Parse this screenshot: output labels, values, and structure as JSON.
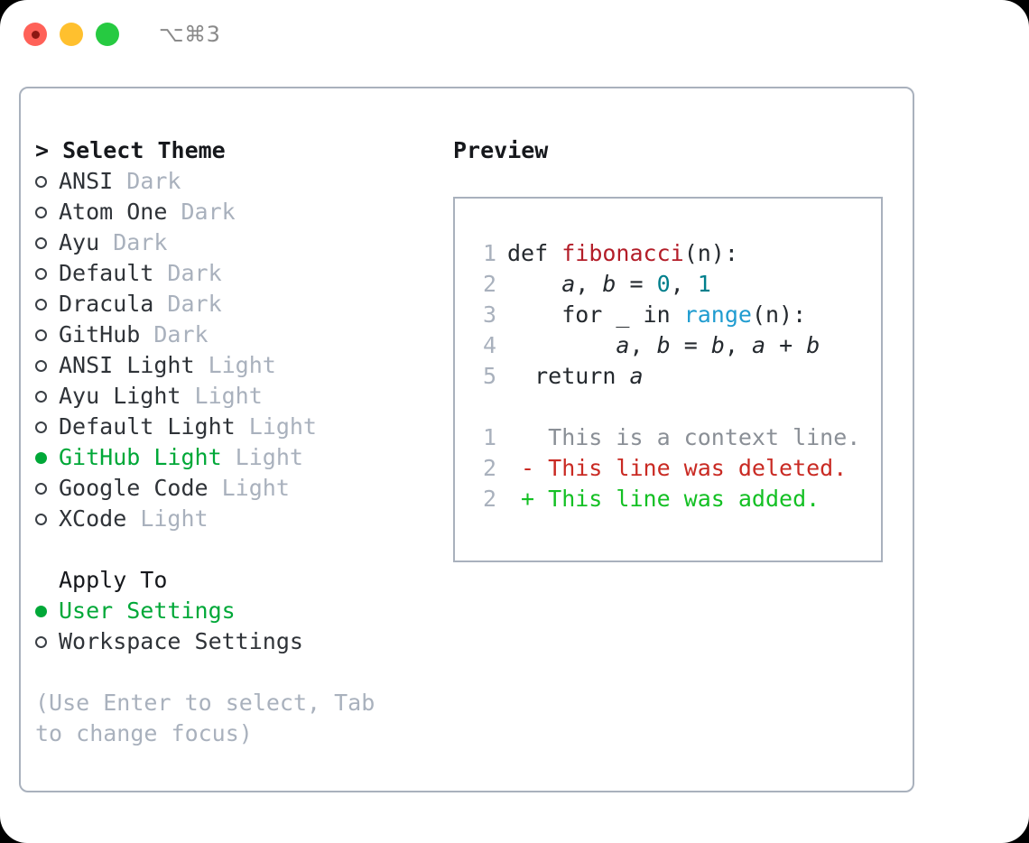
{
  "window": {
    "shortcut": "⌥⌘3",
    "traffic_lights": [
      {
        "name": "close-button",
        "color": "#ff6158"
      },
      {
        "name": "minimize-button",
        "color": "#ffc02e"
      },
      {
        "name": "zoom-button",
        "color": "#26ca41"
      }
    ]
  },
  "theme_picker": {
    "heading": "> Select Theme",
    "items": [
      {
        "marker": "○",
        "label": "ANSI",
        "suffix": "Dark",
        "selected": false
      },
      {
        "marker": "○",
        "label": "Atom One",
        "suffix": "Dark",
        "selected": false
      },
      {
        "marker": "○",
        "label": "Ayu",
        "suffix": "Dark",
        "selected": false
      },
      {
        "marker": "○",
        "label": "Default",
        "suffix": "Dark",
        "selected": false
      },
      {
        "marker": "○",
        "label": "Dracula",
        "suffix": "Dark",
        "selected": false
      },
      {
        "marker": "○",
        "label": "GitHub",
        "suffix": "Dark",
        "selected": false
      },
      {
        "marker": "○",
        "label": "ANSI Light",
        "suffix": "Light",
        "selected": false
      },
      {
        "marker": "○",
        "label": "Ayu Light",
        "suffix": "Light",
        "selected": false
      },
      {
        "marker": "○",
        "label": "Default Light",
        "suffix": "Light",
        "selected": false
      },
      {
        "marker": "●",
        "label": "GitHub Light",
        "suffix": "Light",
        "selected": true
      },
      {
        "marker": "○",
        "label": "Google Code",
        "suffix": "Light",
        "selected": false
      },
      {
        "marker": "○",
        "label": "XCode",
        "suffix": "Light",
        "selected": false
      }
    ]
  },
  "apply_to": {
    "heading": "Apply To",
    "options": [
      {
        "marker": "●",
        "label": "User Settings",
        "selected": true
      },
      {
        "marker": "○",
        "label": "Workspace Settings",
        "selected": false
      }
    ]
  },
  "hint": "(Use Enter to select, Tab to change focus)",
  "preview": {
    "title": "Preview",
    "code_lines": [
      {
        "num": "1",
        "tokens": [
          {
            "t": "def ",
            "c": "plain"
          },
          {
            "t": "fibonacci",
            "c": "fn"
          },
          {
            "t": "(n):",
            "c": "plain"
          }
        ]
      },
      {
        "num": "2",
        "tokens": [
          {
            "t": "    ",
            "c": "plain"
          },
          {
            "t": "a",
            "c": "var"
          },
          {
            "t": ", ",
            "c": "plain"
          },
          {
            "t": "b",
            "c": "var"
          },
          {
            "t": " = ",
            "c": "plain"
          },
          {
            "t": "0",
            "c": "num"
          },
          {
            "t": ", ",
            "c": "plain"
          },
          {
            "t": "1",
            "c": "num"
          }
        ]
      },
      {
        "num": "3",
        "tokens": [
          {
            "t": "    for _ in ",
            "c": "plain"
          },
          {
            "t": "range",
            "c": "call"
          },
          {
            "t": "(n):",
            "c": "plain"
          }
        ]
      },
      {
        "num": "4",
        "tokens": [
          {
            "t": "        ",
            "c": "plain"
          },
          {
            "t": "a",
            "c": "var"
          },
          {
            "t": ", ",
            "c": "plain"
          },
          {
            "t": "b",
            "c": "var"
          },
          {
            "t": " = ",
            "c": "plain"
          },
          {
            "t": "b",
            "c": "var"
          },
          {
            "t": ", ",
            "c": "plain"
          },
          {
            "t": "a",
            "c": "var"
          },
          {
            "t": " + ",
            "c": "plain"
          },
          {
            "t": "b",
            "c": "var"
          }
        ]
      },
      {
        "num": "5",
        "tokens": [
          {
            "t": "  return ",
            "c": "plain"
          },
          {
            "t": "a",
            "c": "var"
          }
        ]
      }
    ],
    "diff_lines": [
      {
        "num": "1",
        "sign": " ",
        "text": "This is a context line.",
        "kind": "ctx"
      },
      {
        "num": "2",
        "sign": "-",
        "text": "This line was deleted.",
        "kind": "del"
      },
      {
        "num": "2",
        "sign": "+",
        "text": "This line was added.",
        "kind": "add"
      }
    ]
  },
  "colors": {
    "accent_green": "#00a838",
    "muted": "#a9b1bd",
    "border": "#a9b1bd",
    "text": "#2f3338",
    "diff_add": "#14c024",
    "diff_del": "#c92a23",
    "syntax_function": "#b31d28",
    "syntax_number": "#007f8c",
    "syntax_call": "#1f9cd0"
  }
}
